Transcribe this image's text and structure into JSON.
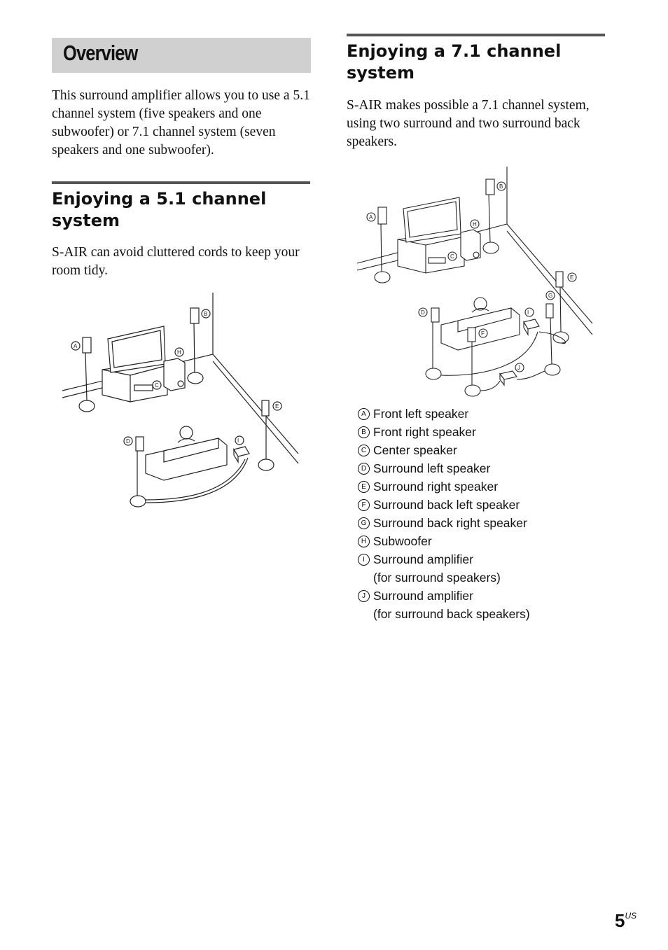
{
  "overview": {
    "title": "Overview",
    "text": "This surround amplifier allows you to use a 5.1 channel system (five speakers and one subwoofer) or 7.1 channel system (seven speakers and one subwoofer)."
  },
  "section51": {
    "heading": "Enjoying a 5.1 channel system",
    "text": "S-AIR can avoid cluttered cords to keep your room tidy.",
    "diagram_markers": [
      "A",
      "B",
      "C",
      "D",
      "E",
      "H",
      "I"
    ]
  },
  "section71": {
    "heading": "Enjoying a 7.1 channel system",
    "text": "S-AIR makes possible a 7.1 channel system, using two surround and two surround back speakers.",
    "diagram_markers": [
      "A",
      "B",
      "C",
      "D",
      "E",
      "F",
      "G",
      "H",
      "I",
      "J"
    ]
  },
  "legend": [
    {
      "mark": "A",
      "text": "Front left speaker"
    },
    {
      "mark": "B",
      "text": "Front right speaker"
    },
    {
      "mark": "C",
      "text": "Center speaker"
    },
    {
      "mark": "D",
      "text": "Surround left speaker"
    },
    {
      "mark": "E",
      "text": "Surround right speaker"
    },
    {
      "mark": "F",
      "text": "Surround back left speaker"
    },
    {
      "mark": "G",
      "text": "Surround back right speaker"
    },
    {
      "mark": "H",
      "text": "Subwoofer"
    },
    {
      "mark": "I",
      "text": "Surround amplifier\n(for surround speakers)"
    },
    {
      "mark": "J",
      "text": "Surround amplifier\n(for surround back speakers)"
    }
  ],
  "page": {
    "number": "5",
    "suffix": "US"
  }
}
